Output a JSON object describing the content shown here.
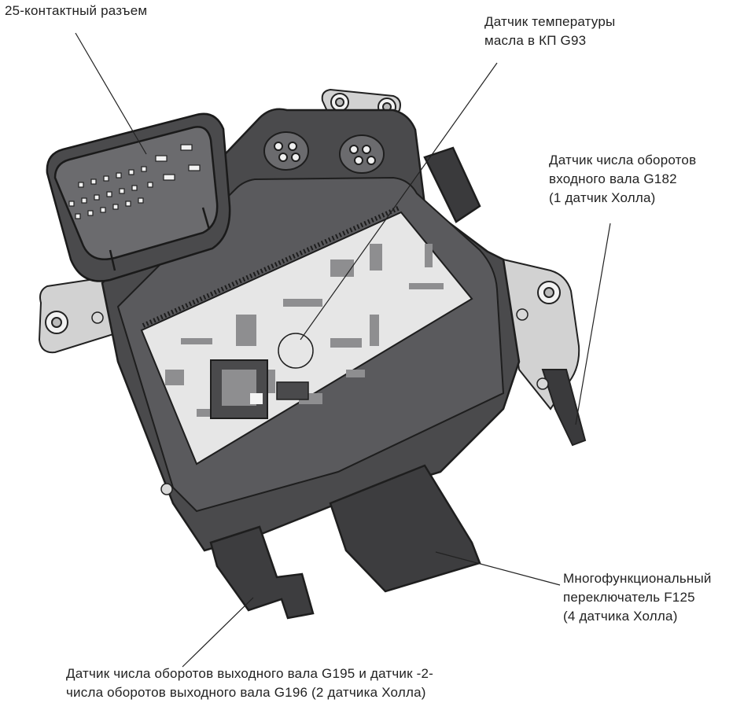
{
  "labels": {
    "connector": [
      "25-контактный разъем"
    ],
    "oil_temp_sensor": [
      "Датчик температуры",
      "масла в КП G93"
    ],
    "input_speed_sensor": [
      "Датчик числа оборотов",
      "входного вала G182",
      "(1 датчик Холла)"
    ],
    "multifunction_switch": [
      "Многофункциональный",
      "переключатель F125",
      "(4 датчика Холла)"
    ],
    "output_speed_sensors": [
      "Датчик числа оборотов выходного вала G195 и датчик -2-",
      "числа оборотов выходного вала G196 (2 датчика Холла)"
    ]
  },
  "colors": {
    "housing": "#4a4a4c",
    "housing_light": "#6b6b6e",
    "housing_dark": "#2f2f31",
    "bracket": "#d2d2d2",
    "board": "#e6e6e6",
    "leader_line": "#222222"
  }
}
